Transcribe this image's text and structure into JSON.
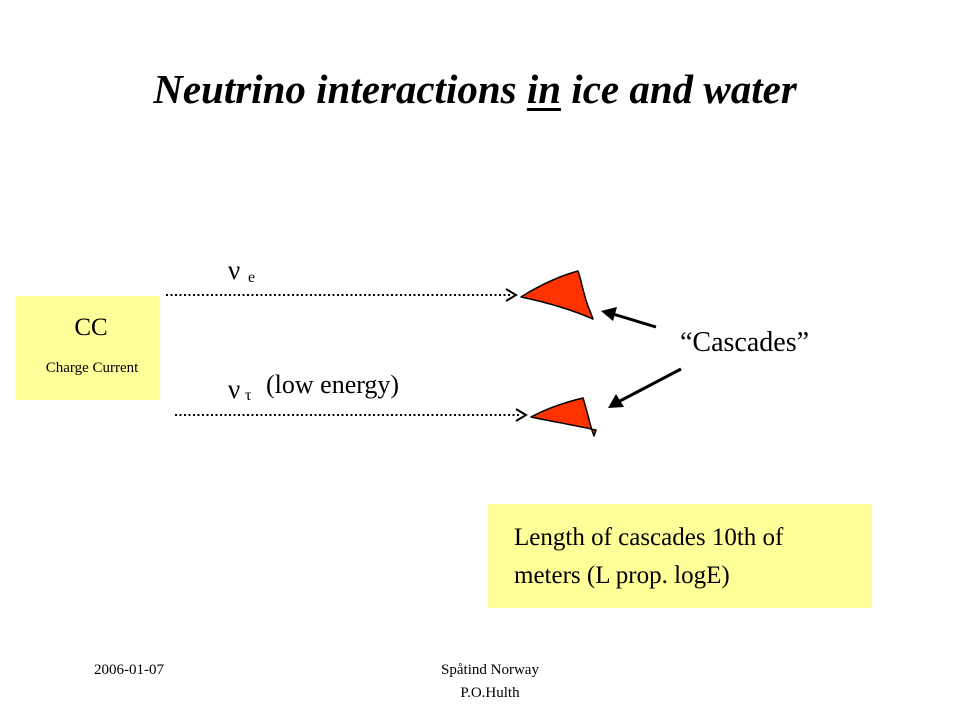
{
  "slide": {
    "title_part1": "Neutrino interactions ",
    "title_underlined": "in",
    "title_part2": " ice and water",
    "cc_label": "CC",
    "cc_sublabel": "Charge Current",
    "nu_symbol": "ν",
    "nu_e_subscript": "e",
    "nu_tau_subscript": "τ",
    "nu_tau_note": "(low energy)",
    "cascades_label": "“Cascades”",
    "note_line1": "Length of cascades 10th of",
    "note_line2": "meters (L prop. logE)",
    "footer_date": "2006-01-07",
    "footer_venue": "Spåtind Norway",
    "footer_author": "P.O.Hulth"
  },
  "colors": {
    "box_fill": "#ffff99",
    "cascade_fill": "#ff3300",
    "text": "#000000"
  }
}
